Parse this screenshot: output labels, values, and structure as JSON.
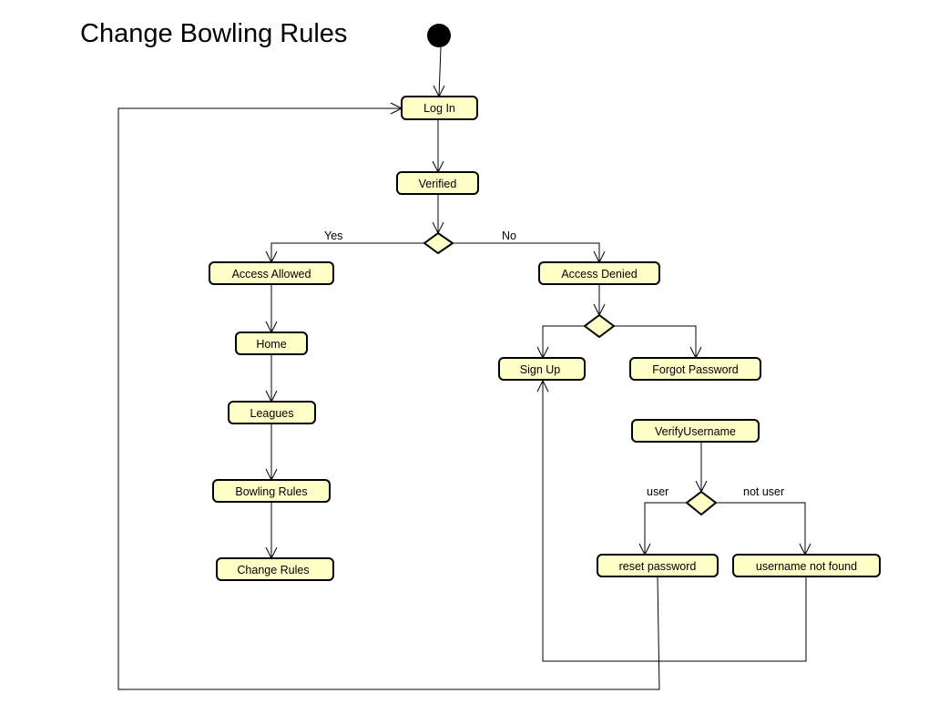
{
  "diagram": {
    "title": "Change Bowling Rules",
    "nodes": {
      "log_in": "Log In",
      "verified": "Verified",
      "access_allowed": "Access Allowed",
      "access_denied": "Access Denied",
      "home": "Home",
      "leagues": "Leagues",
      "bowling_rules": "Bowling Rules",
      "change_rules": "Change Rules",
      "sign_up": "Sign Up",
      "forgot_password": "Forgot Password",
      "verify_username": "VerifyUsername",
      "reset_password": "reset password",
      "username_not_found": "username not found"
    },
    "guards": {
      "yes": "Yes",
      "no": "No",
      "user": "user",
      "not_user": "not user"
    }
  }
}
